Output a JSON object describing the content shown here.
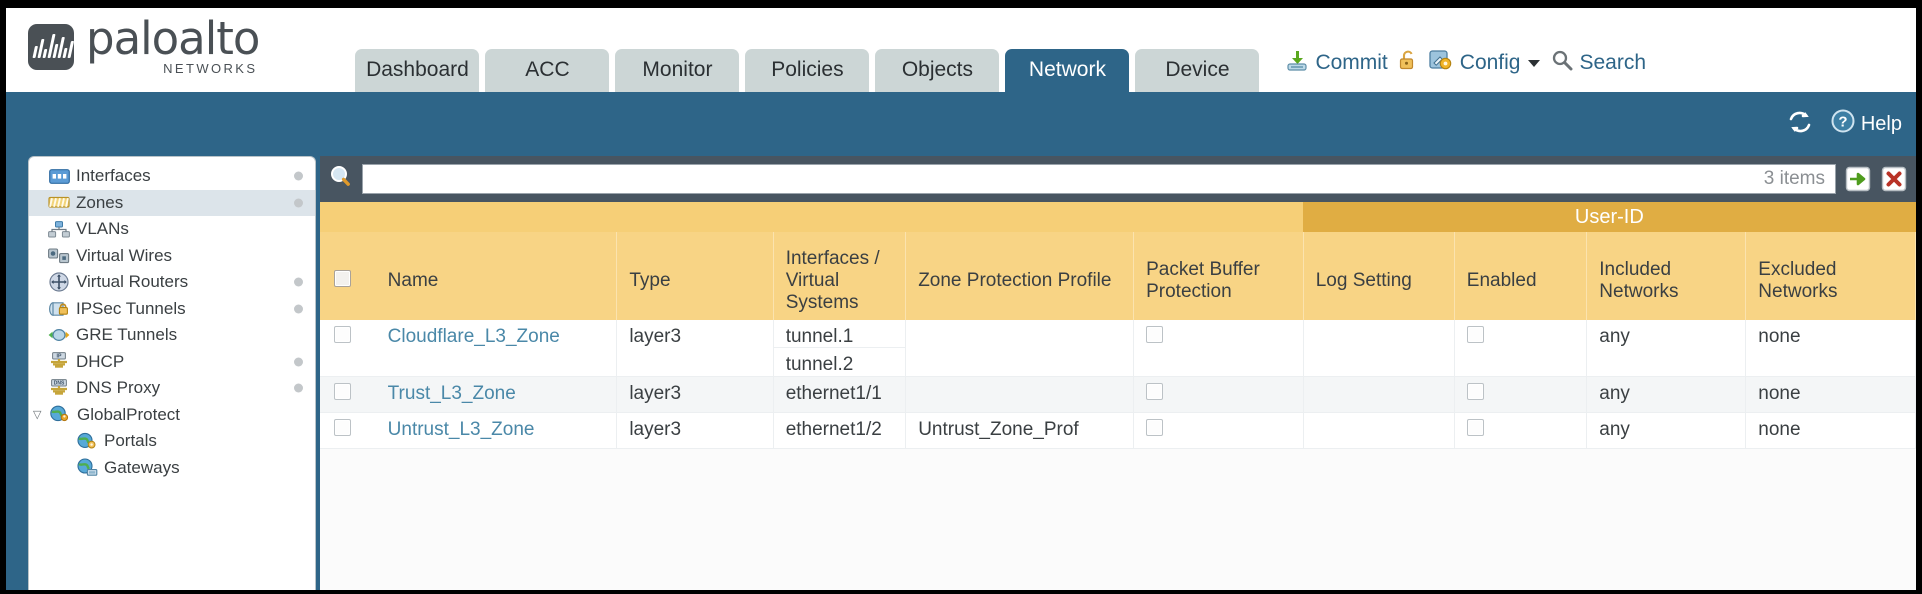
{
  "brand": {
    "name": "paloalto",
    "tagline": "NETWORKS",
    "registered": "®"
  },
  "nav": {
    "tabs": [
      {
        "label": "Dashboard",
        "active": false
      },
      {
        "label": "ACC",
        "active": false
      },
      {
        "label": "Monitor",
        "active": false
      },
      {
        "label": "Policies",
        "active": false
      },
      {
        "label": "Objects",
        "active": false
      },
      {
        "label": "Network",
        "active": true
      },
      {
        "label": "Device",
        "active": false
      }
    ]
  },
  "topactions": {
    "commit": "Commit",
    "lock_icon": "padlock-icon",
    "config": "Config",
    "search": "Search"
  },
  "blueband": {
    "refresh_icon": "refresh-icon",
    "help": "Help"
  },
  "sidebar": {
    "items": [
      {
        "label": "Interfaces",
        "icon": "interfaces-icon",
        "dot": true,
        "selected": false,
        "child": false,
        "caret": ""
      },
      {
        "label": "Zones",
        "icon": "zones-icon",
        "dot": true,
        "selected": true,
        "child": false,
        "caret": ""
      },
      {
        "label": "VLANs",
        "icon": "vlans-icon",
        "dot": false,
        "selected": false,
        "child": false,
        "caret": ""
      },
      {
        "label": "Virtual Wires",
        "icon": "virtual-wires-icon",
        "dot": false,
        "selected": false,
        "child": false,
        "caret": ""
      },
      {
        "label": "Virtual Routers",
        "icon": "virtual-routers-icon",
        "dot": true,
        "selected": false,
        "child": false,
        "caret": ""
      },
      {
        "label": "IPSec Tunnels",
        "icon": "ipsec-tunnels-icon",
        "dot": true,
        "selected": false,
        "child": false,
        "caret": ""
      },
      {
        "label": "GRE Tunnels",
        "icon": "gre-tunnels-icon",
        "dot": false,
        "selected": false,
        "child": false,
        "caret": ""
      },
      {
        "label": "DHCP",
        "icon": "dhcp-icon",
        "dot": true,
        "selected": false,
        "child": false,
        "caret": ""
      },
      {
        "label": "DNS Proxy",
        "icon": "dns-proxy-icon",
        "dot": true,
        "selected": false,
        "child": false,
        "caret": ""
      },
      {
        "label": "GlobalProtect",
        "icon": "globalprotect-icon",
        "dot": false,
        "selected": false,
        "child": false,
        "caret": "▽"
      },
      {
        "label": "Portals",
        "icon": "portals-icon",
        "dot": false,
        "selected": false,
        "child": true,
        "caret": ""
      },
      {
        "label": "Gateways",
        "icon": "gateways-icon",
        "dot": false,
        "selected": false,
        "child": true,
        "caret": ""
      }
    ]
  },
  "filterbar": {
    "search_icon": "search-icon",
    "search_value": "",
    "search_placeholder": "",
    "item_count": "3 items",
    "apply_icon": "green-arrow-apply-icon",
    "clear_icon": "red-x-clear-icon"
  },
  "table": {
    "group_header": "User-ID",
    "columns": [
      "Name",
      "Type",
      "Interfaces / Virtual Systems",
      "Zone Protection Profile",
      "Packet Buffer Protection",
      "Log Setting",
      "Enabled",
      "Included Networks",
      "Excluded Networks"
    ],
    "select_all_checkbox": "select-all-checkbox",
    "rows": [
      {
        "name": "Cloudflare_L3_Zone",
        "type": "layer3",
        "interfaces": [
          "tunnel.1",
          "tunnel.2"
        ],
        "zone_protection_profile": "",
        "packet_buffer_protection": false,
        "log_setting": "",
        "userid_enabled": false,
        "included_networks": "any",
        "excluded_networks": "none"
      },
      {
        "name": "Trust_L3_Zone",
        "type": "layer3",
        "interfaces": [
          "ethernet1/1"
        ],
        "zone_protection_profile": "",
        "packet_buffer_protection": false,
        "log_setting": "",
        "userid_enabled": false,
        "included_networks": "any",
        "excluded_networks": "none"
      },
      {
        "name": "Untrust_L3_Zone",
        "type": "layer3",
        "interfaces": [
          "ethernet1/2"
        ],
        "zone_protection_profile": "Untrust_Zone_Prof",
        "packet_buffer_protection": false,
        "log_setting": "",
        "userid_enabled": false,
        "included_networks": "any",
        "excluded_networks": "none"
      }
    ]
  },
  "colors": {
    "brand_blue": "#2e6588",
    "header_gold": "#f8d485",
    "group_gold": "#e0ad43",
    "tab_inactive": "#ccd6d6",
    "filter_slate": "#485561",
    "link_blue": "#4a88a8"
  }
}
